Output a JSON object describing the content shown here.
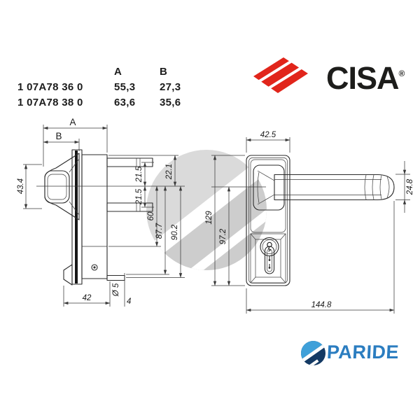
{
  "table": {
    "header": {
      "a": "A",
      "b": "B"
    },
    "rows": [
      {
        "code": "1 07A78 36 0",
        "a": "55,3",
        "b": "27,3"
      },
      {
        "code": "1 07A78 38 0",
        "a": "63,6",
        "b": "35,6"
      }
    ]
  },
  "brand": {
    "name": "CISA",
    "reg": "®",
    "red": "#e1251b",
    "text_color": "#1d1d1b"
  },
  "footer": {
    "name": "PARIDE",
    "blue": "#2b7dc0",
    "icon_light": "#3fa0d9",
    "icon_dark": "#143a64"
  },
  "watermark": {
    "light": "#dadada",
    "dark": "#cdcdcd"
  },
  "drawing": {
    "side_view": {
      "label_a": "A",
      "label_b": "B",
      "knob_height": "43.4",
      "rod_offset_top": "21.5",
      "rod_offset_bottom": "21.5",
      "top_offset": "22.1",
      "body_length": "60",
      "height_1": "87.7",
      "height_2": "90.2",
      "depth": "42",
      "rod_diameter": "Ø 5",
      "rod_note": "4"
    },
    "front_view": {
      "plate_width": "42.5",
      "plate_height": "129",
      "cylinder_offset": "97.2",
      "handle_diameter": "24.8",
      "total_length": "144.8"
    }
  }
}
